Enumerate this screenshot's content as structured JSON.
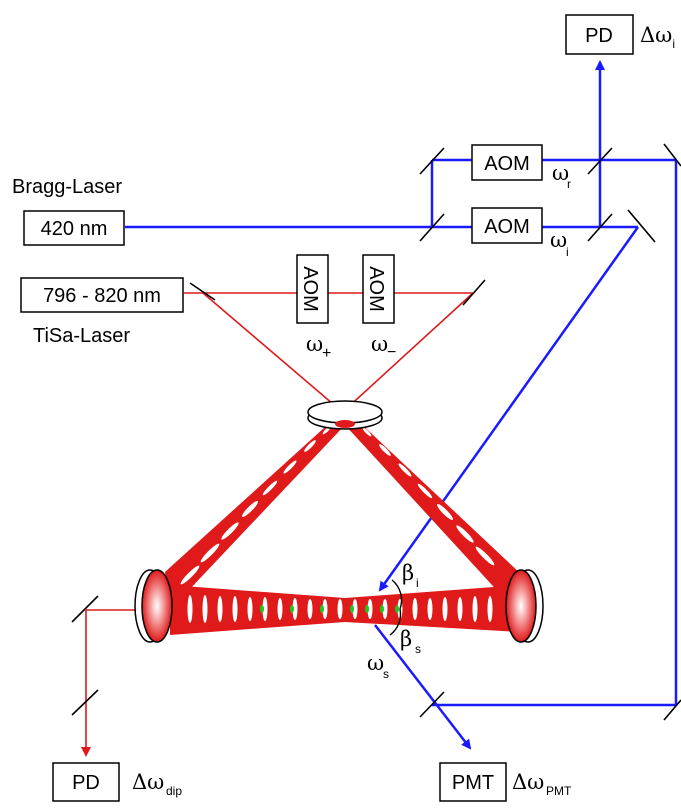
{
  "labels": {
    "bragg_laser": "Bragg-Laser",
    "bragg_wavelength": "420 nm",
    "tisa_laser": "TiSa-Laser",
    "tisa_wavelength": "796 - 820 nm",
    "aom": "AOM",
    "pd": "PD",
    "pmt": "PMT"
  },
  "symbols": {
    "omega": "ω",
    "delta_omega": "Δω",
    "beta": "β",
    "plus": "+",
    "minus": "−",
    "sub_r": "r",
    "sub_i": "i",
    "sub_s": "s",
    "sub_dip": "dip",
    "sub_pmt": "PMT"
  },
  "colors": {
    "blue_beam": "#1a1aff",
    "red_beam": "#e0191a",
    "atoms": "#1fc61f"
  }
}
